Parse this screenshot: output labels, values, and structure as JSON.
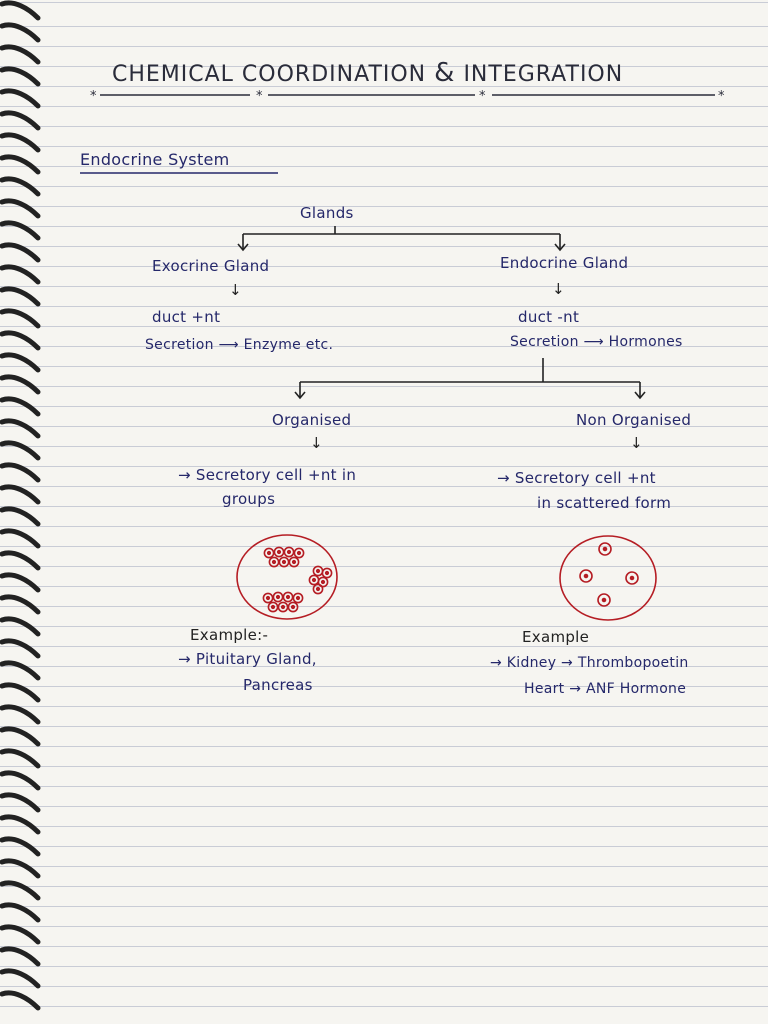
{
  "title": {
    "part1": "CHEMICAL COORDINATION",
    "amp": "&",
    "part2": "INTEGRATION"
  },
  "heading": "Endocrine System",
  "tree": {
    "root": "Glands",
    "left": {
      "name": "Exocrine Gland",
      "arrow": "↓",
      "duct": "duct +nt",
      "secretion": "Secretion ⟶ Enzyme etc."
    },
    "right": {
      "name": "Endocrine Gland",
      "arrow": "↓",
      "duct": "duct -nt",
      "secretion": "Secretion ⟶ Hormones"
    }
  },
  "organised": {
    "label": "Organised",
    "arrow": "↓",
    "line1": "→ Secretory cell +nt in",
    "line2": "groups",
    "example_label": "Example:-",
    "example1": "→ Pituitary Gland,",
    "example2": "Pancreas"
  },
  "non_organised": {
    "label": "Non Organised",
    "arrow": "↓",
    "line1": "→ Secretory cell +nt",
    "line2": "in scattered form",
    "example_label": "Example",
    "example1": "→ Kidney → Thrombopoetin",
    "example2": "Heart → ANF Hormone"
  },
  "colors": {
    "ink": "#25286a",
    "diagram": "#b51d24",
    "title_ink": "#2a2c3a"
  }
}
